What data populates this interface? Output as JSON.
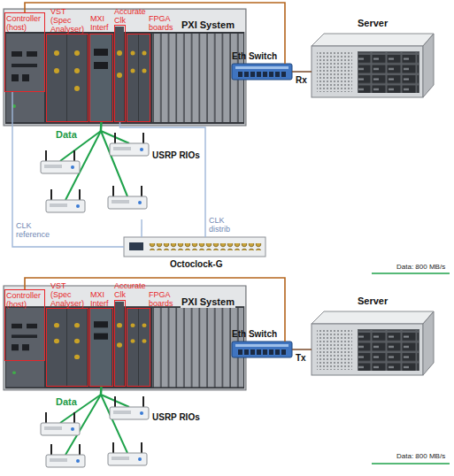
{
  "diagram": {
    "nodes": [
      {
        "text": [
          "PXI System"
        ]
      },
      {
        "text": [
          "Controller (host)"
        ],
        "in": 0
      },
      {
        "text": [
          "VST (Spec Analyser)"
        ],
        "in": 0
      },
      {
        "text": [
          "MXI Interf"
        ],
        "in": 0
      },
      {
        "text": [
          "Accurate Clk"
        ],
        "in": 0
      },
      {
        "text": [
          "FPGA boards"
        ],
        "in": 0
      },
      {
        "text": [
          "Eth Switch"
        ]
      },
      {
        "text": [
          "Server"
        ]
      },
      {
        "text": [
          "USRP RIOs"
        ]
      },
      {
        "text": [
          "Octoclock-G"
        ]
      },
      {
        "text": [
          "PXI System"
        ]
      },
      {
        "text": [
          "Controller (host)"
        ],
        "in": 10
      },
      {
        "text": [
          "VST (Spec Analyser)"
        ],
        "in": 10
      },
      {
        "text": [
          "MXI Interf"
        ],
        "in": 10
      },
      {
        "text": [
          "Accurate Clk"
        ],
        "in": 10
      },
      {
        "text": [
          "FPGA boards"
        ],
        "in": 10
      },
      {
        "text": [
          "Eth Switch"
        ]
      },
      {
        "text": [
          "Server"
        ]
      },
      {
        "text": [
          "USRP RIOs"
        ]
      }
    ],
    "edges": [
      {
        "from": 1,
        "to": 6,
        "arrow": "none"
      },
      {
        "from": 6,
        "to": 7,
        "label": "Rx",
        "arrow": "none"
      },
      {
        "from": 3,
        "to": 8,
        "label": "Data",
        "arrow": "none"
      },
      {
        "from": 1,
        "to": 9,
        "label": "CLK reference",
        "arrow": "none"
      },
      {
        "from": 9,
        "to": 4,
        "label": "CLK distrib",
        "arrow": "none"
      },
      {
        "from": 9,
        "to": 8,
        "arrow": "none"
      },
      {
        "from": 11,
        "to": 16,
        "arrow": "none"
      },
      {
        "from": 16,
        "to": 17,
        "label": "Tx",
        "arrow": "none"
      },
      {
        "from": 13,
        "to": 18,
        "label": "Data",
        "arrow": "none"
      }
    ],
    "labels": [
      "Data: 800 MB/s",
      "Data: 800 MB/s"
    ]
  }
}
